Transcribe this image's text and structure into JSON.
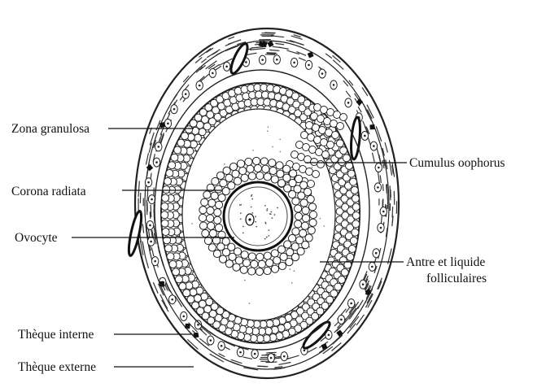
{
  "diagram": {
    "labels": {
      "zona_granulosa": "Zona granulosa",
      "corona_radiata": "Corona radiata",
      "ovocyte": "Ovocyte",
      "theque_interne": "Thèque interne",
      "theque_externe": "Thèque externe",
      "cumulus_oophorus": "Cumulus oophorus",
      "antre_line1": "Antre et liquide",
      "antre_line2": "folliculaires"
    }
  }
}
